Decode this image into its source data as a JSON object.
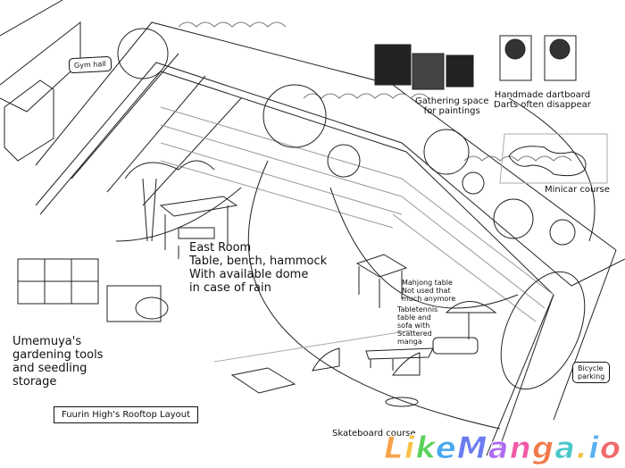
{
  "labels": {
    "gym_hall": "Gym hall",
    "gathering": "Gathering space\nfor paintings",
    "dartboard": "Handmade dartboard\nDarts often disappear",
    "minicar": "Minicar course",
    "east_room": "East Room\nTable, bench, hammock\nWith available dome\nin case of rain",
    "mahjong": "Mahjong table\nNot used that\nmuch anymore",
    "tabletennis": "Tabletennis\ntable and\nsofa with\nScattered\nmanga",
    "gardening": "Umemuya's\ngardening tools\nand seedling\nstorage",
    "bicycle": "Bicycle\nparking",
    "skateboard": "Skateboard course",
    "title": "Fuurin High's Rooftop Layout"
  },
  "watermark": {
    "text": "LikeManga.io",
    "colors": [
      "#f7a24a",
      "#f6c343",
      "#5ad15a",
      "#4aa8f0",
      "#6a7cf0",
      "#b06af0",
      "#f05aa8",
      "#f07a4a",
      "#4ac8c8",
      "#f0c040",
      "#5ab0f0",
      "#f06a6a"
    ]
  }
}
